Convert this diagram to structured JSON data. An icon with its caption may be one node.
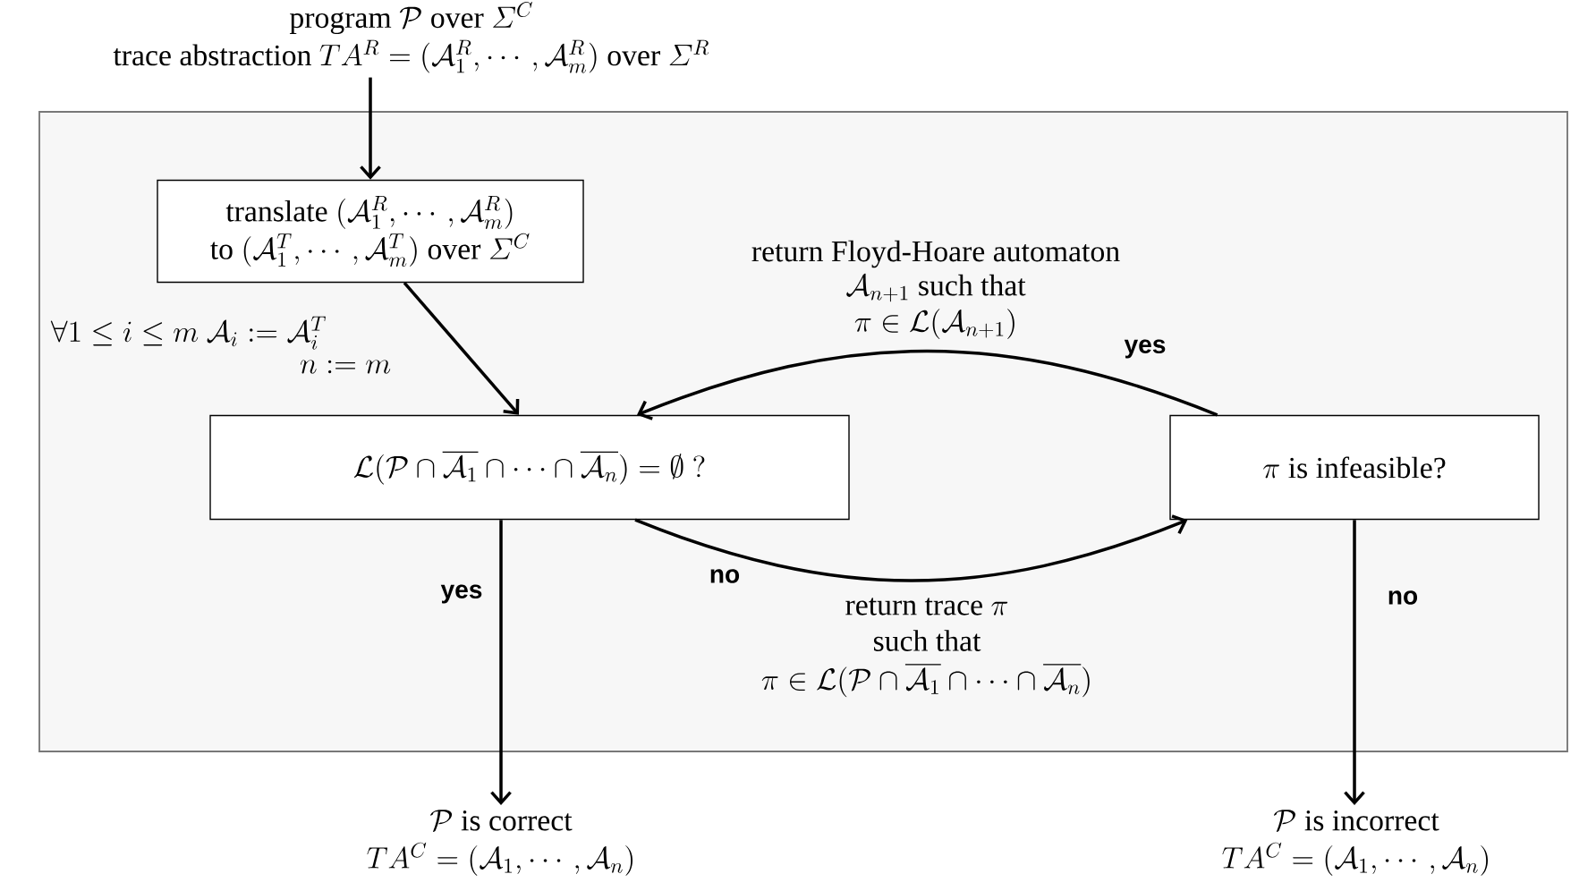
{
  "diagram": {
    "nodes": [
      {
        "text": [
          "\\text{program }\\mathcal{P}\\text{ over }\\varSigma^C",
          "\\text{trace abstraction }TA^R = (\\mathcal{A}_1^R, \\cdots , \\mathcal{A}_m^R)\\text{ over }\\varSigma^R"
        ]
      },
      {
        "text": [],
        "shape": "box"
      },
      {
        "text": [
          "\\text{translate }(\\mathcal{A}_1^R, \\cdots , \\mathcal{A}_m^R)",
          "\\text{to }(\\mathcal{A}_1^T, \\cdots , \\mathcal{A}_m^T)\\text{ over }\\varSigma^C"
        ],
        "in": 1
      },
      {
        "text": [
          "\\mathcal{L}(\\mathcal{P} \\cap \\overline{\\mathcal{A}_1} \\cap \\cdots \\cap \\overline{\\mathcal{A}_n}) = \\emptyset\\ ?"
        ],
        "in": 1
      },
      {
        "text": [
          "\\pi\\text{ is infeasible?}"
        ],
        "in": 1
      },
      {
        "text": [
          "\\mathcal{P}\\text{ is correct}",
          "TA^C = (\\mathcal{A}_1, \\cdots , \\mathcal{A}_n)"
        ]
      },
      {
        "text": [
          "\\mathcal{P}\\text{ is incorrect}",
          "TA^C = (\\mathcal{A}_1, \\cdots , \\mathcal{A}_n)"
        ]
      }
    ],
    "edges": [
      {
        "from": 0,
        "to": 2,
        "arrow": "to"
      },
      {
        "from": 2,
        "to": 3,
        "arrow": "to"
      },
      {
        "from": 3,
        "to": 4,
        "arrow": "to",
        "label": "no"
      },
      {
        "from": 4,
        "to": 3,
        "arrow": "to",
        "label": "yes"
      },
      {
        "from": 3,
        "to": 5,
        "arrow": "to",
        "label": "yes"
      },
      {
        "from": 4,
        "to": 6,
        "arrow": "to",
        "label": "no"
      }
    ],
    "labels": [
      "\\forall 1 \\leq i \\leq m\\ \\mathcal{A}_i := \\mathcal{A}_i^T",
      "n := m",
      "\\text{return Floyd-Hoare automaton}",
      "\\mathcal{A}_{n+1}\\text{ such that}",
      "\\pi \\in \\mathcal{L}(\\mathcal{A}_{n+1})",
      "\\text{return trace }\\pi",
      "\\text{such that}",
      "\\pi \\in \\mathcal{L}(\\mathcal{P} \\cap \\overline{\\mathcal{A}_1} \\cap \\cdots \\cap \\overline{\\mathcal{A}_n})"
    ]
  }
}
